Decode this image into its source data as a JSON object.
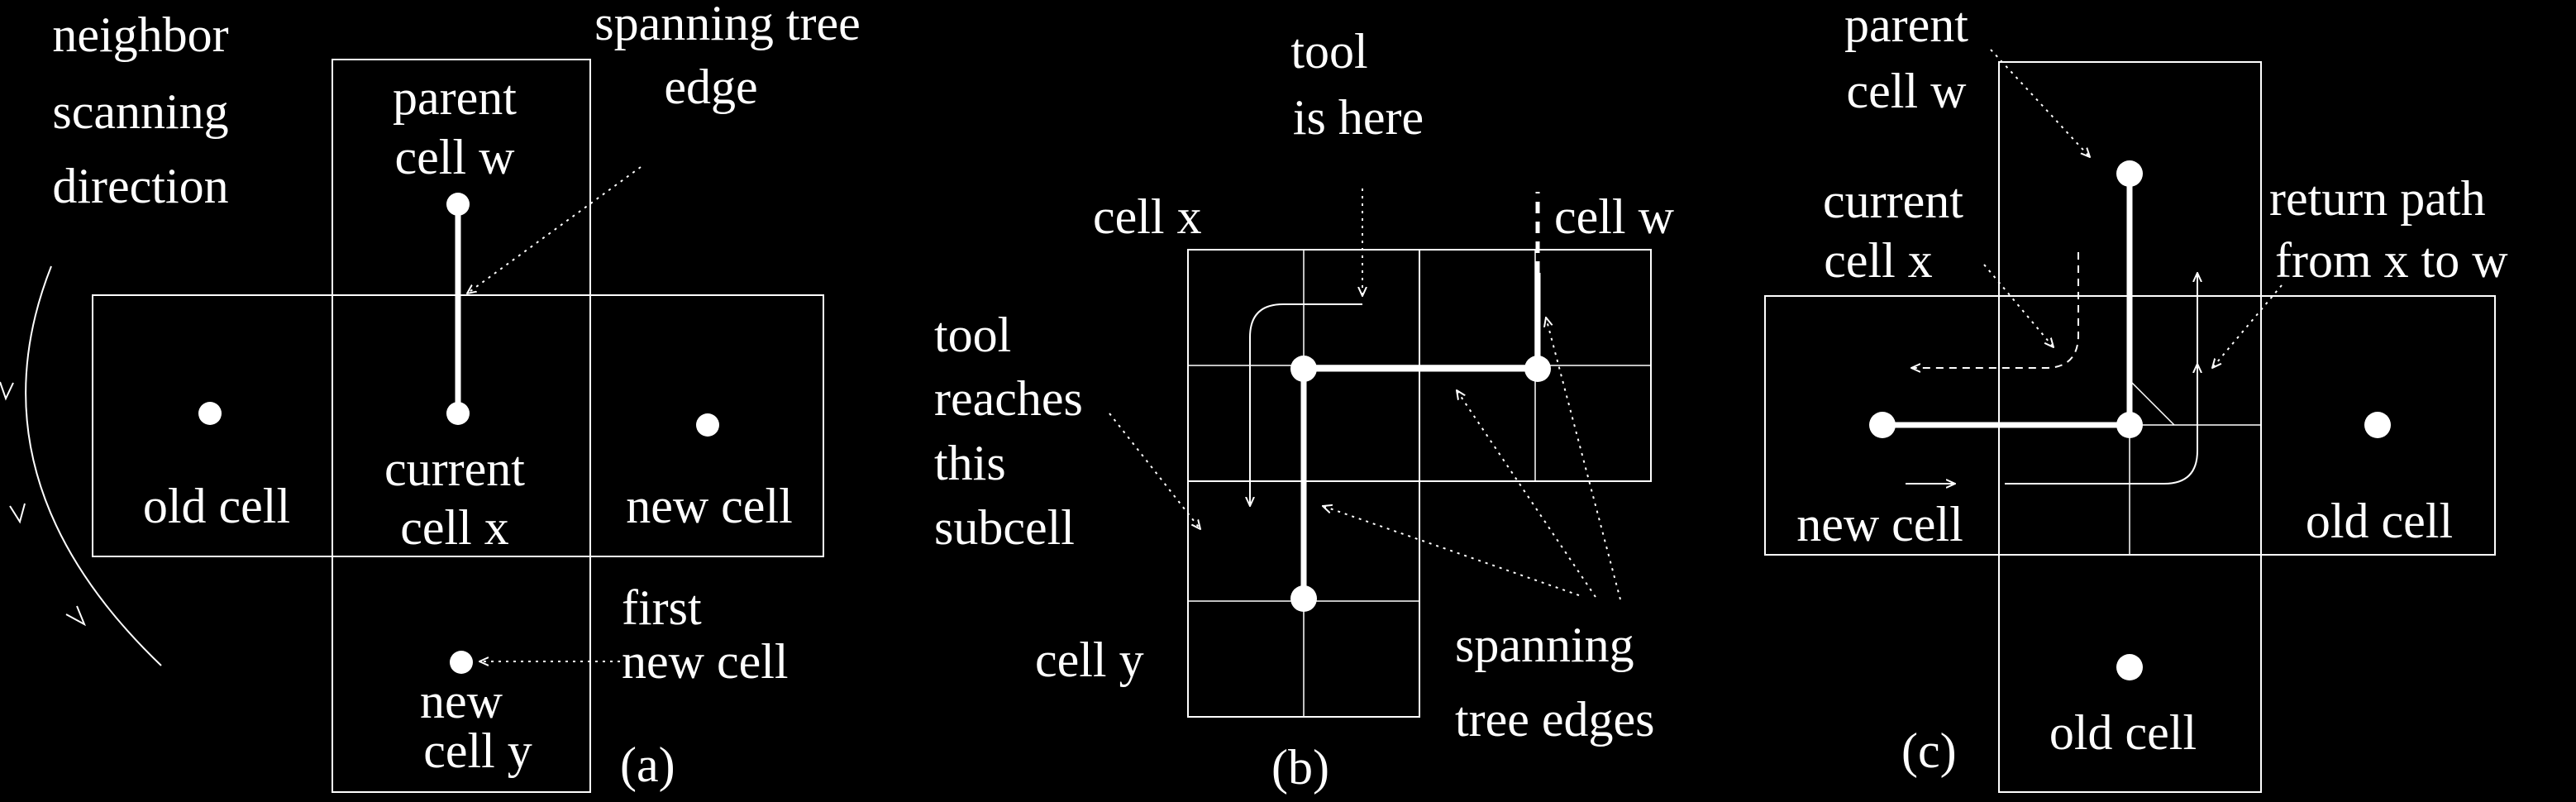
{
  "panel_a": {
    "label": "(a)",
    "direction_label": [
      "neighbor",
      "scanning",
      "direction"
    ],
    "edge_label": [
      "spanning tree",
      "edge"
    ],
    "parent": [
      "parent",
      "cell w"
    ],
    "current": [
      "current",
      "cell x"
    ],
    "old": "old cell",
    "new": "new cell",
    "first_new": [
      "first",
      "new cell"
    ],
    "new_y": [
      "new",
      "cell y"
    ]
  },
  "panel_b": {
    "label": "(b)",
    "tool_here": [
      "tool",
      "is here"
    ],
    "cell_x": "cell x",
    "cell_w": "cell w",
    "cell_y": "cell y",
    "reaches": [
      "tool",
      "reaches",
      "this",
      "subcell"
    ],
    "tree_edges": [
      "spanning",
      "tree edges"
    ]
  },
  "panel_c": {
    "label": "(c)",
    "parent": [
      "parent",
      "cell w"
    ],
    "current": [
      "current",
      "cell x"
    ],
    "return_path": [
      "return path",
      "from x to w"
    ],
    "new": "new cell",
    "old_right": "old cell",
    "old_bottom": "old cell"
  }
}
